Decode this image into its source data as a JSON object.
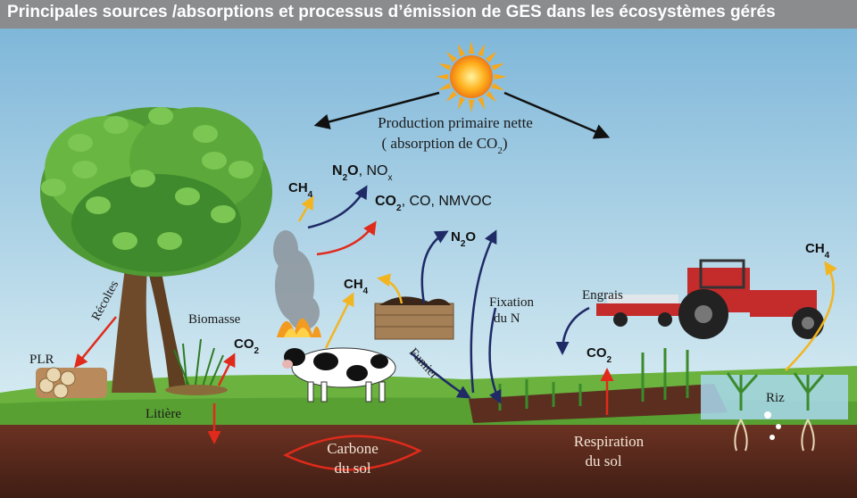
{
  "title": "Principales sources /absorptions et processus d’émission de GES dans les écosystèmes gérés",
  "labels": {
    "production_line1": "Production primaire nette",
    "production_line2_pre": "( absorption de CO",
    "production_line2_sub": "2",
    "production_line2_post": ")",
    "ch4_fire": "CH",
    "ch4_sub": "4",
    "n2o_fire_pre": "N",
    "n2o_fire_sub": "2",
    "n2o_fire_post": "O",
    "nox_pre": ", NO",
    "nox_sub": "x",
    "co2_fire_pre": "CO",
    "co2_fire_sub": "2",
    "co2_fire_post": ", CO, NMVOC",
    "ch4_cow": "CH",
    "n2o_manure_pre": "N",
    "n2o_manure_post": "O",
    "fixation_line1": "Fixation",
    "fixation_line2": "du N",
    "engrais": "Engrais",
    "ch4_rice": "CH",
    "recoltes": "Récoltes",
    "biomasse": "Biomasse",
    "co2_litter": "CO",
    "plr": "PLR",
    "fumier": "Fumier",
    "co2_soil": "CO",
    "litiere": "Litière",
    "carbone_line1": "Carbone",
    "carbone_line2": "du sol",
    "respiration_line1": "Respiration",
    "respiration_line2": "du sol",
    "riz": "Riz"
  },
  "colors": {
    "sky_top": "#7fb7d9",
    "sky_bottom": "#d6ebf2",
    "grass": "#6bb33e",
    "soil": "#5a2a1e",
    "arrow_blue": "#1f2a66",
    "arrow_red": "#e02a1b",
    "arrow_yellow": "#f2b522",
    "title_bar": "#8a8c8e"
  },
  "icons": [
    "sun-icon",
    "tree-icon",
    "cow-icon",
    "tractor-icon",
    "fire-icon",
    "smoke-icon",
    "manure-crate-icon",
    "rice-icon",
    "log-pile-icon"
  ]
}
